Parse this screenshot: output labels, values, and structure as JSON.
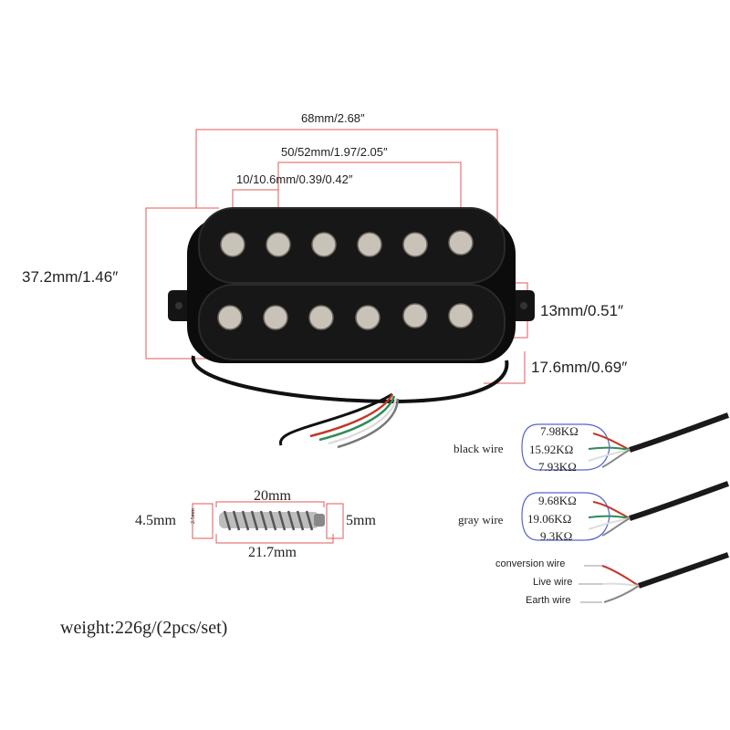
{
  "dimensions": {
    "overall_length": "68mm/2.68″",
    "pole_spacing": "50/52mm/1.97/2.05″",
    "pole_diameter": "10/10.6mm/0.39/0.42″",
    "width": "37.2mm/1.46″",
    "bobbin_height": "13mm/0.51″",
    "total_height": "17.6mm/0.69″"
  },
  "spring": {
    "length_top": "20mm",
    "length_bottom": "21.7mm",
    "left_dia": "4.5mm",
    "right_dia": "5mm",
    "small_label": "2.5mm"
  },
  "wiring": {
    "black_wire": {
      "label": "black wire",
      "values": [
        "7.98KΩ",
        "15.92KΩ",
        "7.93KΩ"
      ]
    },
    "gray_wire": {
      "label": "gray wire",
      "values": [
        "9.68KΩ",
        "19.06KΩ",
        "9.3KΩ"
      ]
    },
    "three_wire": {
      "labels": [
        "conversion wire",
        "Live wire",
        "Earth wire"
      ]
    }
  },
  "weight": "weight:226g/(2pcs/set)",
  "colors": {
    "dim_line": "#e05a5a",
    "bracket_blue": "#5566cc",
    "pickup_body": "#111111",
    "pole_piece": "#c9c2b8"
  }
}
